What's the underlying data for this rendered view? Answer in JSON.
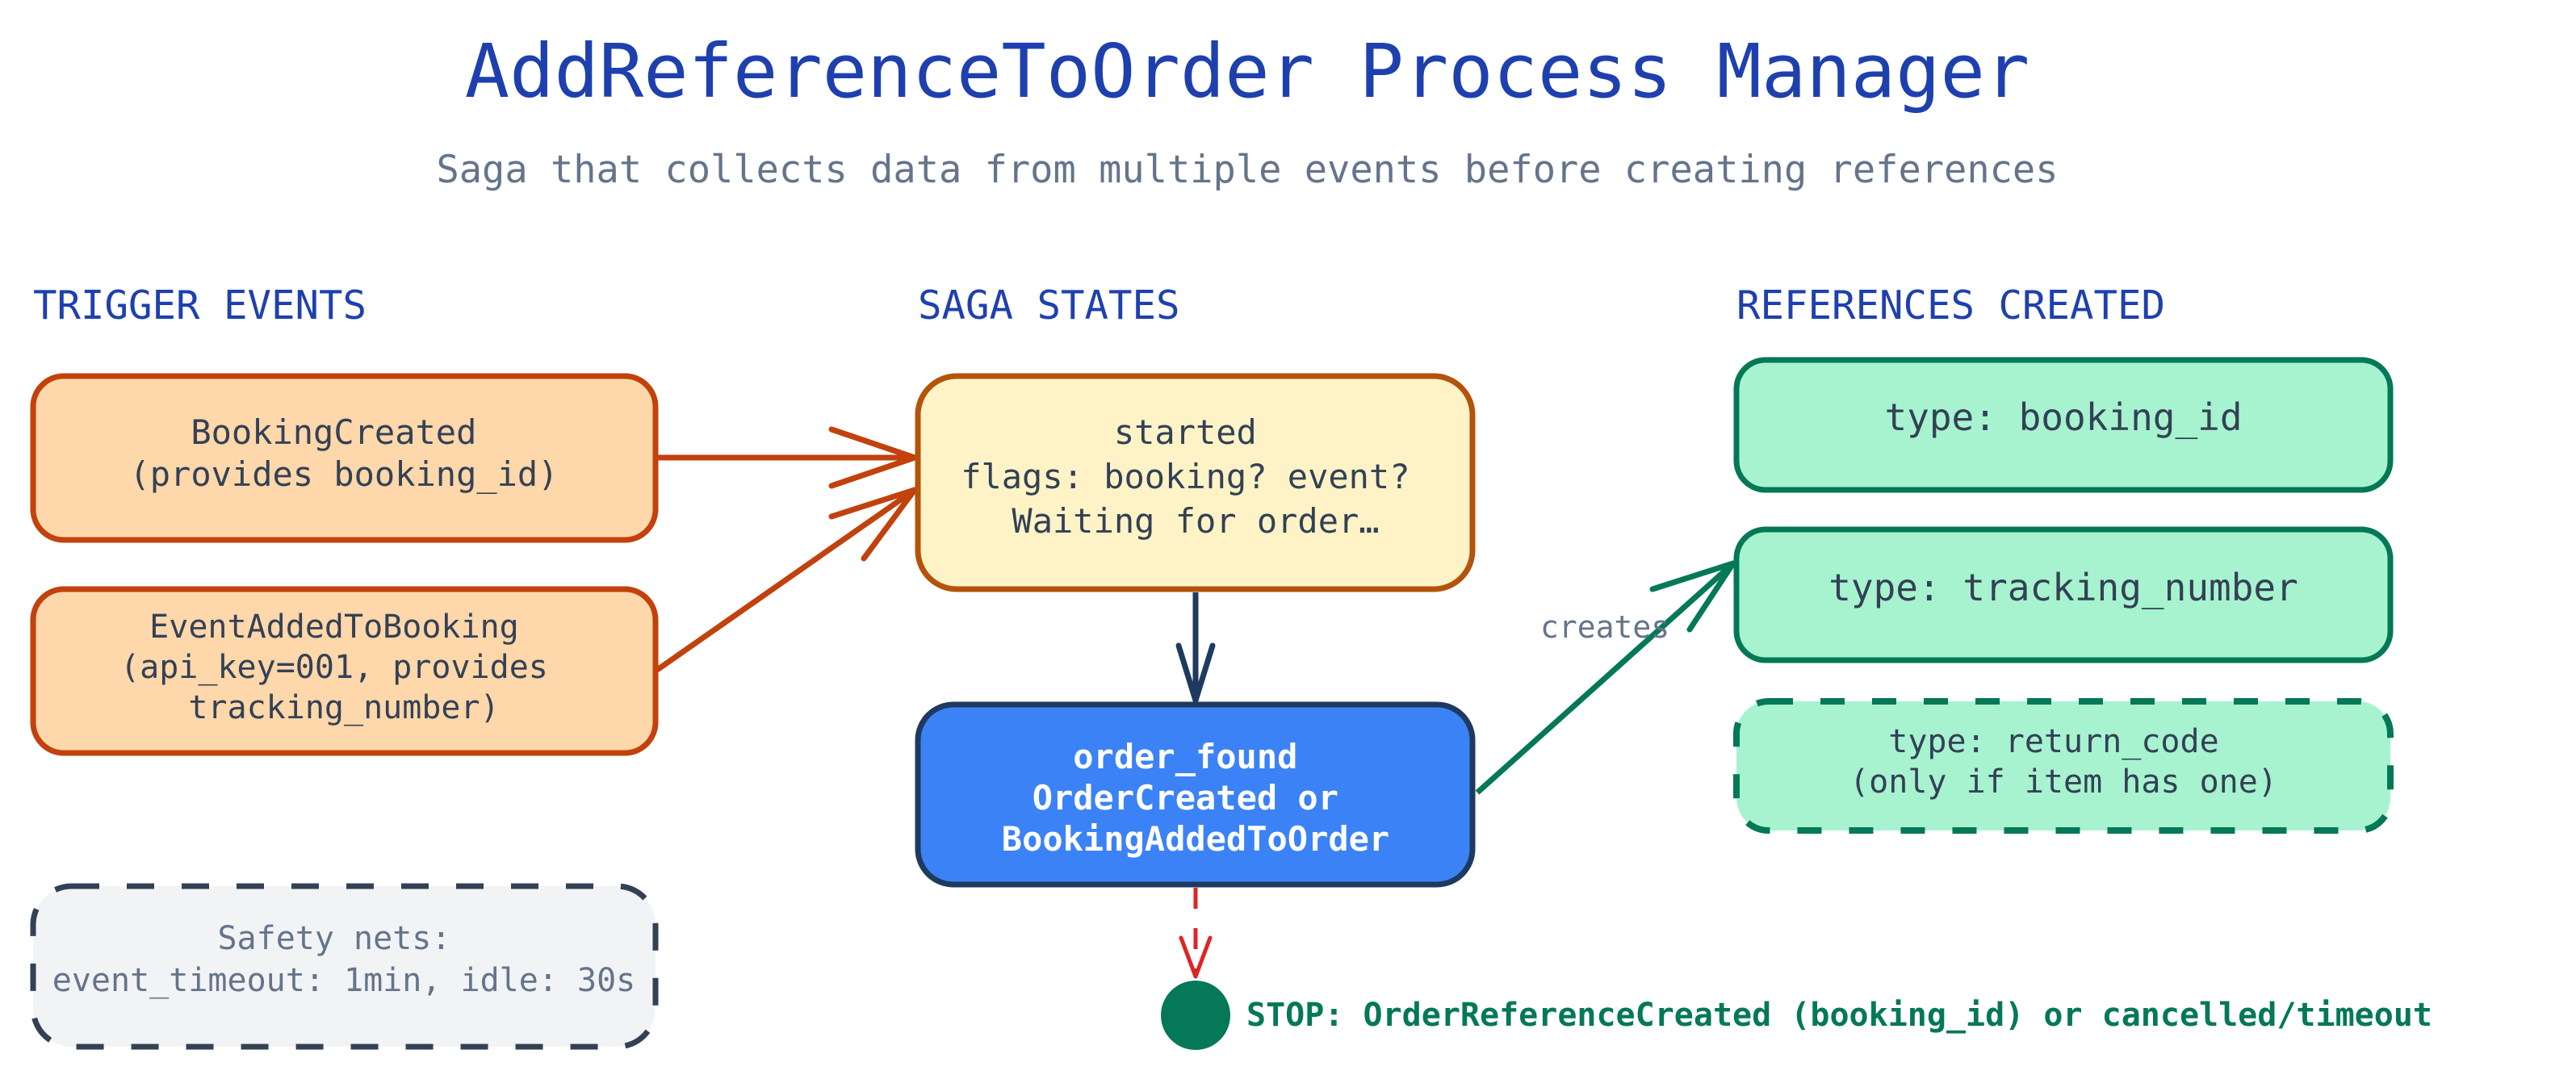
{
  "header": {
    "title": "AddReferenceToOrder Process Manager",
    "subtitle": "Saga that collects data from multiple events before creating references"
  },
  "columns": {
    "triggers": "TRIGGER EVENTS",
    "states": "SAGA STATES",
    "references": "REFERENCES CREATED"
  },
  "triggers": [
    {
      "lines": [
        "BookingCreated",
        "(provides booking_id)"
      ]
    },
    {
      "lines": [
        "EventAddedToBooking",
        "(api_key=001, provides",
        "tracking_number)"
      ]
    }
  ],
  "safety_nets": {
    "lines": [
      "Safety nets:",
      "event_timeout: 1min, idle: 30s"
    ]
  },
  "states": [
    {
      "name": "started",
      "lines": [
        "started",
        "flags: booking? event?",
        "Waiting for order…"
      ]
    },
    {
      "name": "order_found",
      "lines": [
        "order_found",
        "OrderCreated or",
        "BookingAddedToOrder"
      ]
    }
  ],
  "references": [
    {
      "lines": [
        "type: booking_id"
      ],
      "optional": false
    },
    {
      "lines": [
        "type: tracking_number"
      ],
      "optional": false
    },
    {
      "lines": [
        "type: return_code",
        "(only if item has one)"
      ],
      "optional": true
    }
  ],
  "edges": {
    "creates_label": "creates"
  },
  "stop": {
    "label": "STOP: OrderReferenceCreated (booking_id) or cancelled/timeout",
    "icon": "stop-circle-icon"
  },
  "colors": {
    "title": "#1e40af",
    "subtitle": "#64748b",
    "text_dark": "#334155",
    "trigger_fill": "#fed7aa",
    "trigger_stroke": "#c2410c",
    "started_fill": "#fef3c7",
    "started_stroke": "#b45309",
    "order_found_fill": "#3b82f6",
    "order_found_stroke": "#1e3a5f",
    "ref_fill": "#a7f3d0",
    "ref_stroke": "#047857",
    "safety_fill": "#f1f3f5",
    "safety_stroke": "#334155",
    "stop_edge": "#dc2626",
    "stop_fill": "#047857"
  }
}
